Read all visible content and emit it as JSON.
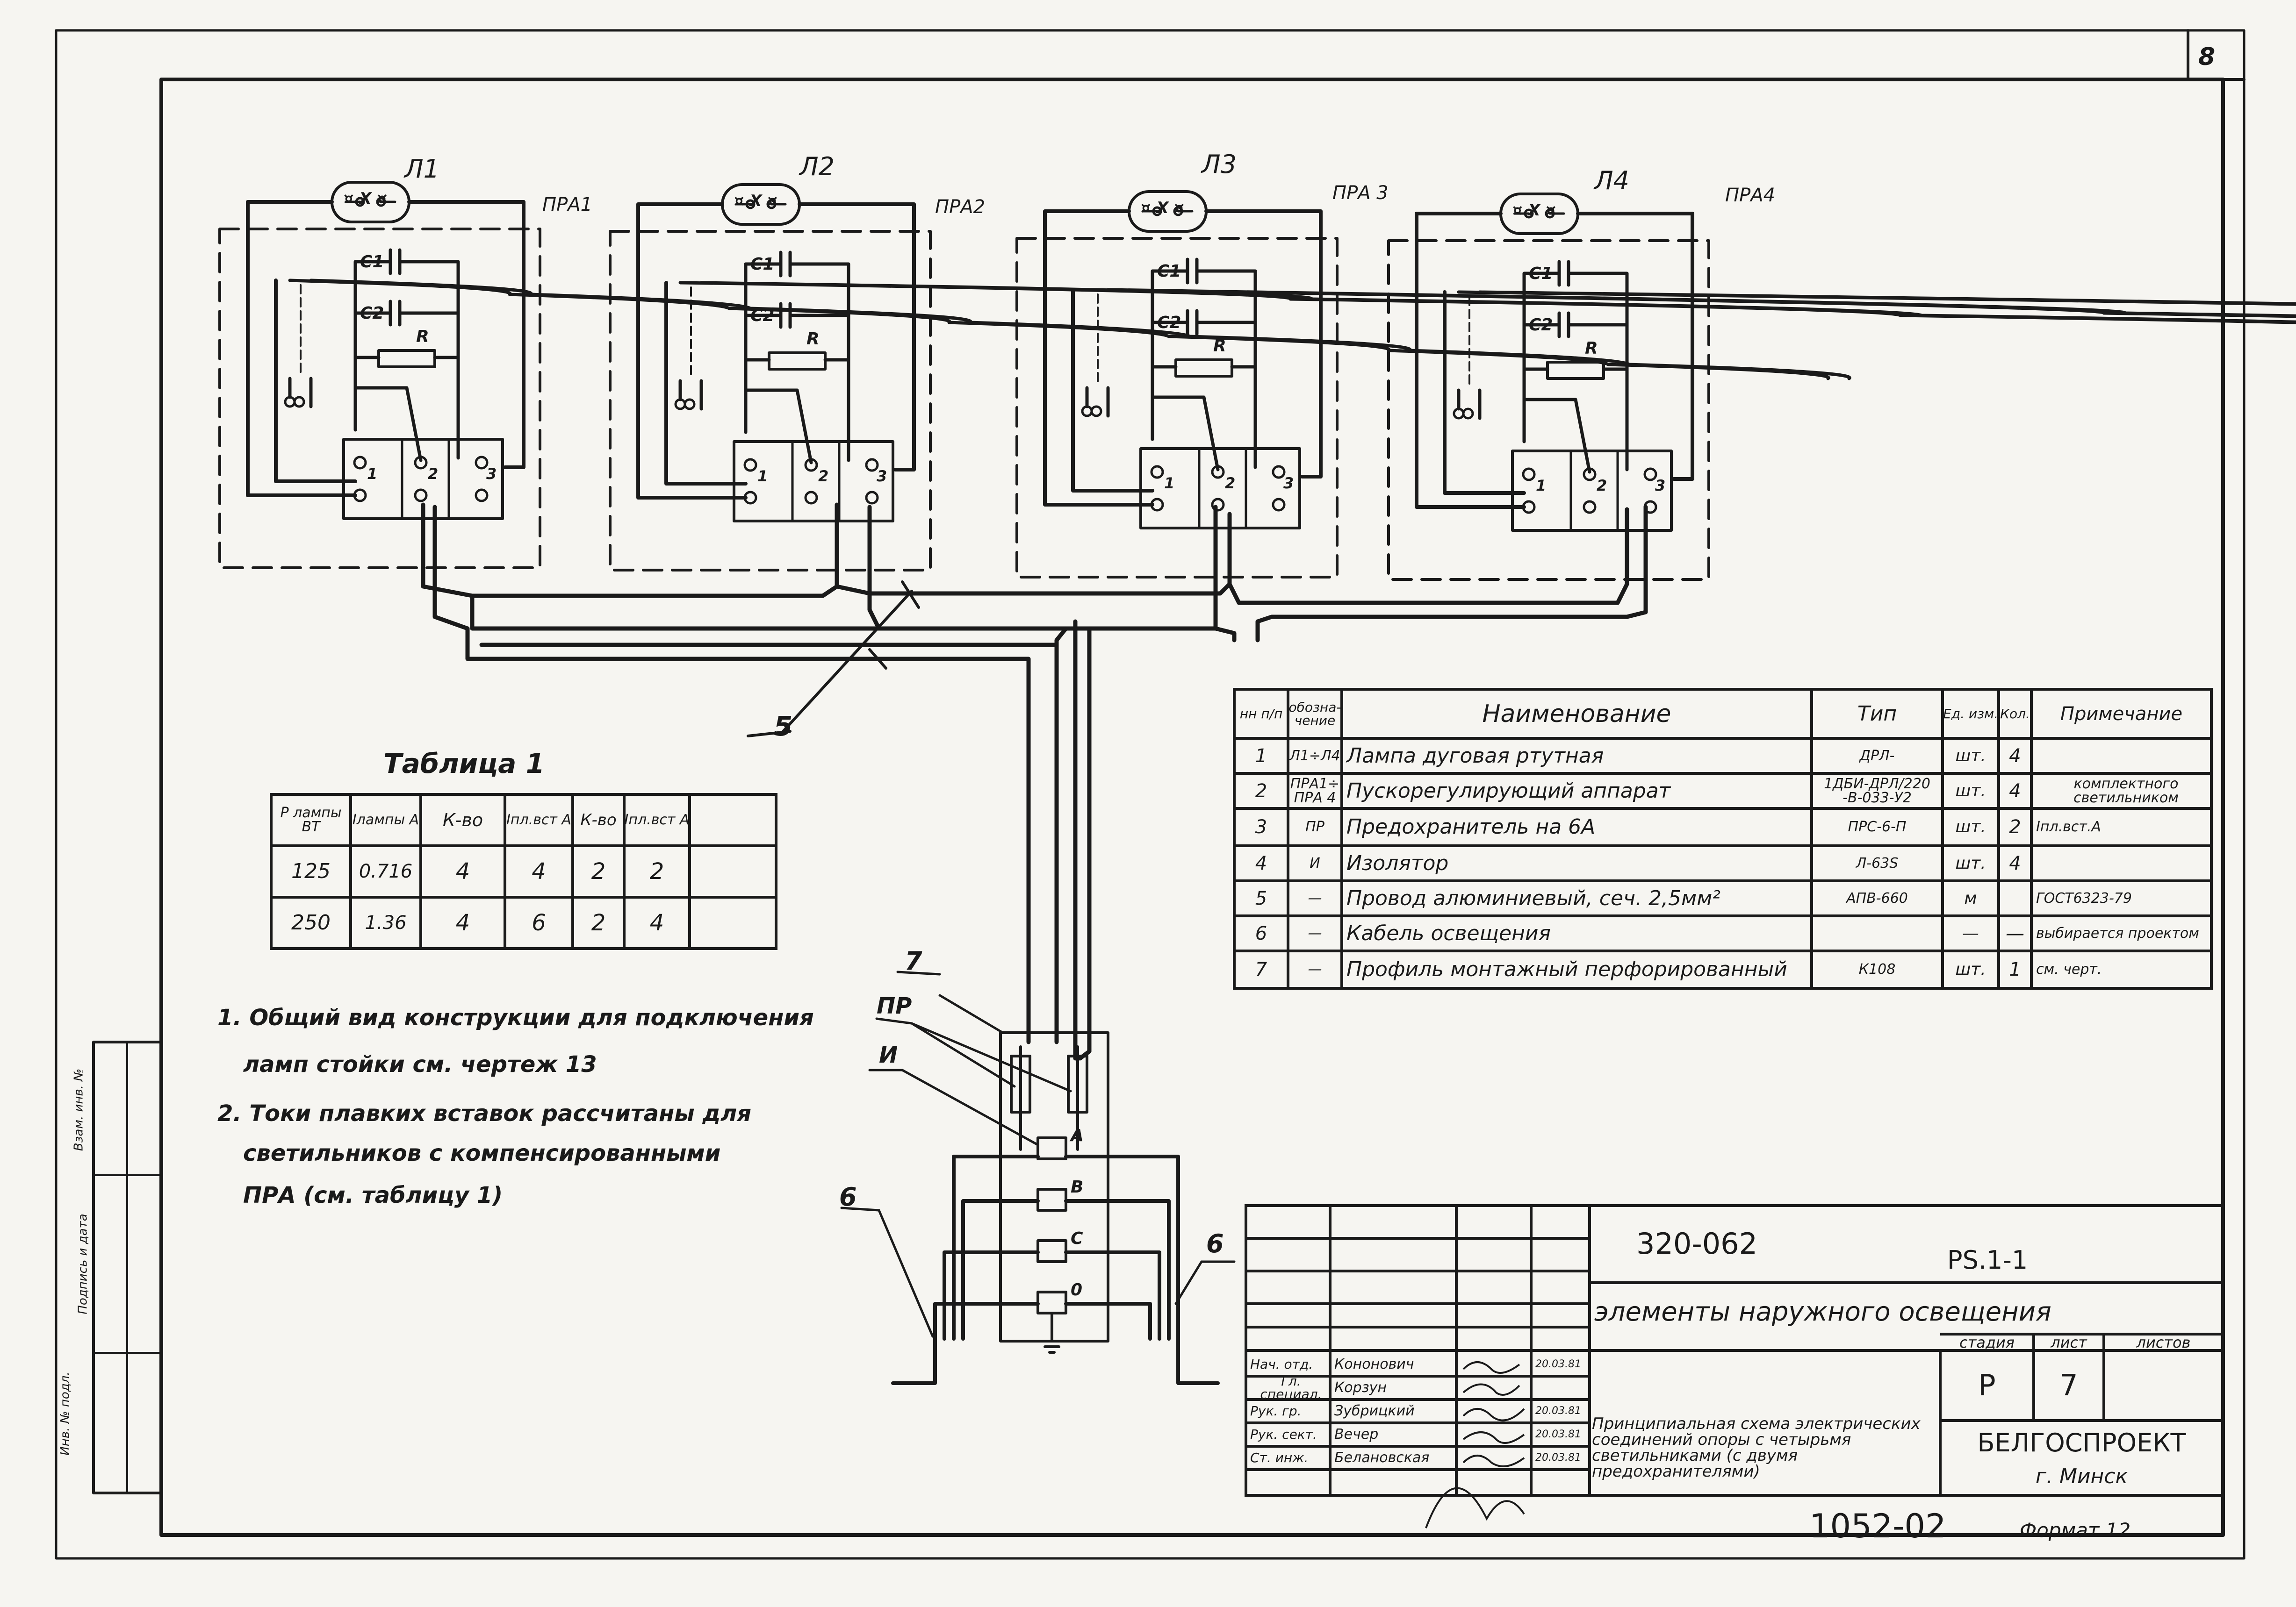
{
  "sheet_number": "8",
  "lamps": [
    {
      "lamp": "Л1",
      "ballast": "ПРА1"
    },
    {
      "lamp": "Л2",
      "ballast": "ПРА2"
    },
    {
      "lamp": "Л3",
      "ballast": "ПРА 3"
    },
    {
      "lamp": "Л4",
      "ballast": "ПРА4"
    }
  ],
  "component_labels": {
    "c1": "C1",
    "c2": "C2",
    "r": "R",
    "lamp_symbol": "¤ X ¤"
  },
  "terminal_labels": [
    "1",
    "2",
    "3"
  ],
  "wire_label_s": "5",
  "callouts": {
    "item7": "7",
    "fuse": "ПР",
    "insulator": "И",
    "cable_left": "6",
    "cable_right": "6"
  },
  "phase_labels": [
    "A",
    "B",
    "C",
    "0"
  ],
  "table1": {
    "title": "Таблица 1",
    "headers": [
      "Р лампы ВТ",
      "Iлампы А",
      "К-во",
      "Iпл.вст А",
      "К-во",
      "Iпл.вст А"
    ],
    "rows": [
      [
        "125",
        "0.716",
        "4",
        "4",
        "2",
        "2"
      ],
      [
        "250",
        "1.36",
        "4",
        "6",
        "2",
        "4"
      ]
    ]
  },
  "notes": [
    "1. Общий вид конструкции для подключения",
    "ламп стойки см. чертеж 13",
    "2. Токи плавких вставок рассчитаны для",
    "светильников с компенсированными",
    "ПРА (см. таблицу 1)"
  ],
  "spec_table": {
    "headers": [
      "нн п/п",
      "обозна- чение",
      "Наименование",
      "Тип",
      "Ед. изм.",
      "Кол.",
      "Примечание"
    ],
    "rows": [
      [
        "1",
        "Л1÷Л4",
        "Лампа дуговая ртутная",
        "ДРЛ-",
        "шт.",
        "4",
        ""
      ],
      [
        "2",
        "ПРА1÷ ПРА 4",
        "Пускорегулирующий аппарат",
        "1ДБИ-ДРЛ/220 -В-033-У2",
        "шт.",
        "4",
        "комплектного светильником"
      ],
      [
        "3",
        "ПР",
        "Предохранитель на 6А",
        "ПРС-6-П",
        "шт.",
        "2",
        "Iпл.вст.А"
      ],
      [
        "4",
        "И",
        "Изолятор",
        "Л-63S",
        "шт.",
        "4",
        ""
      ],
      [
        "5",
        "—",
        "Провод алюминиевый, сеч. 2,5мм²",
        "АПВ-660",
        "м",
        "",
        "ГОСТ6323-79"
      ],
      [
        "6",
        "—",
        "Кабель освещения",
        "",
        "—",
        "—",
        "выбирается проектом"
      ],
      [
        "7",
        "—",
        "Профиль монтажный перфорированный",
        "К108",
        "шт.",
        "1",
        "см. черт."
      ]
    ]
  },
  "title_block": {
    "project_code": "320-062",
    "doc_code": "РS.1-1",
    "title": "элементы наружного освещения",
    "stage_header": "стадия",
    "sheet_header": "лист",
    "sheets_header": "листов",
    "stage": "Р",
    "sheet": "7",
    "description": "Принципиальная схема электрических соединений опоры с четырьмя светильниками (с двумя предохранителями)",
    "organization": "БЕЛГОСПРОЕКТ",
    "city": "г. Минск",
    "signatures": [
      {
        "role": "Нач. отд.",
        "name": "Кононович",
        "date": "20.03.81"
      },
      {
        "role": "Гл. специал.",
        "name": "Корзун",
        "date": ""
      },
      {
        "role": "Рук. гр.",
        "name": "Зубрицкий",
        "date": "20.03.81"
      },
      {
        "role": "Рук. сект.",
        "name": "Вечер",
        "date": "20.03.81"
      },
      {
        "role": "Ст. инж.",
        "name": "Белановская",
        "date": "20.03.81"
      }
    ]
  },
  "sheet_id": "1052-02",
  "format": "Формат 12",
  "side_stamps": [
    "Инв. № подл.",
    "Подпись и дата",
    "Взам. инв. №"
  ]
}
